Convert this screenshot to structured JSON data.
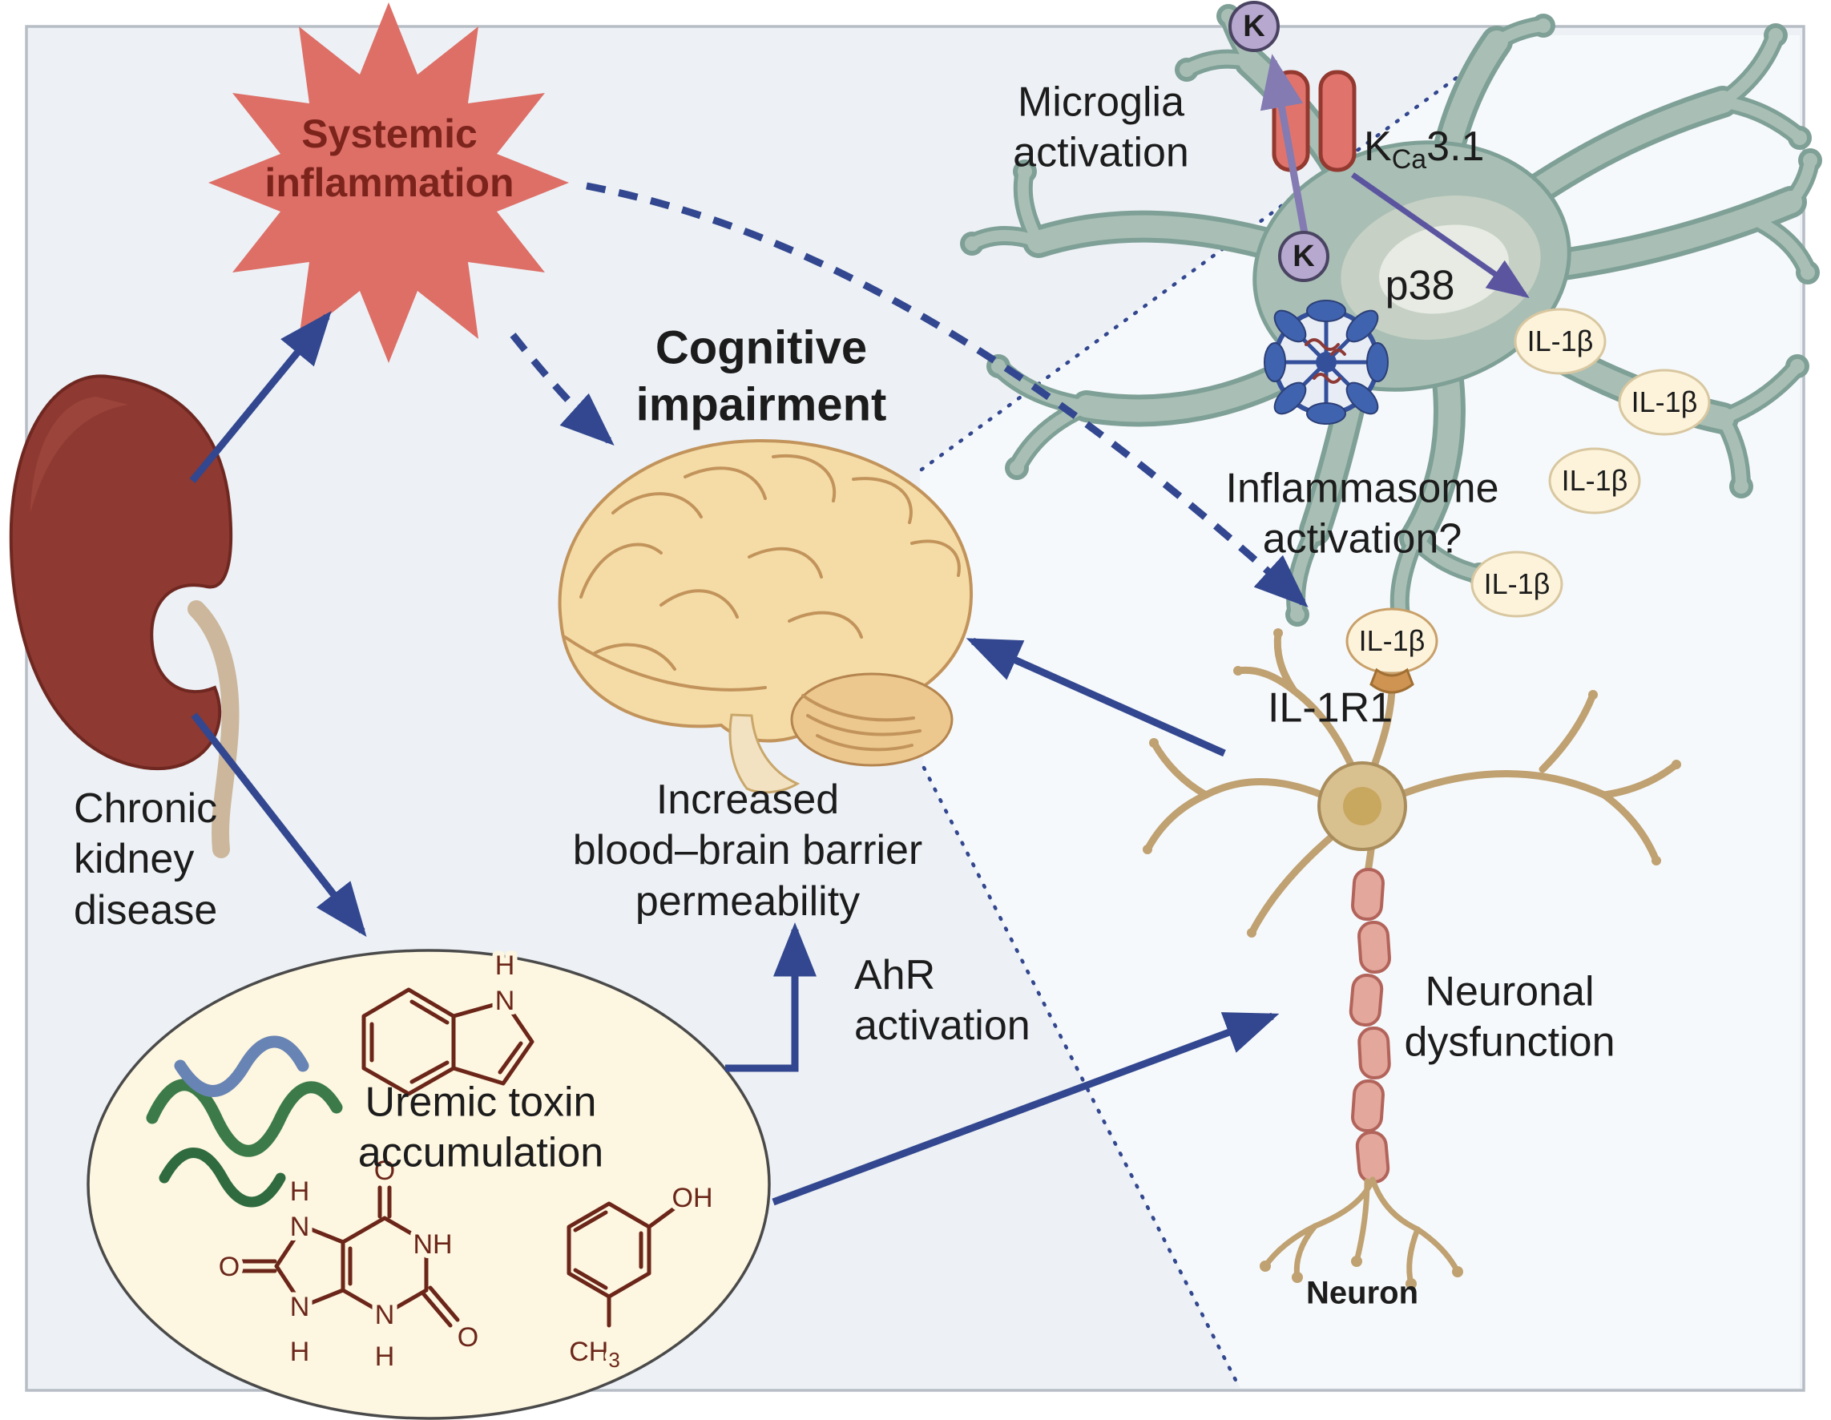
{
  "colors": {
    "c-page": "#ffffff",
    "c-panel": "#edf1f5",
    "c-panel-light": "#f6f9fb",
    "c-panel-border": "#b7bdc5",
    "c-arrow": "#32478f",
    "c-arrow-purple": "#837bb2",
    "c-arrow-indigo": "#5b55a0",
    "c-starburst": "#dd6f67",
    "c-starburst-text": "#7c241c",
    "c-kidney": "#8e3931",
    "c-brain": "#f5dca6",
    "c-brain-line": "#c2945c",
    "c-microglia": "#a9bfb5",
    "c-microglia-edge": "#7fa096",
    "c-channel": "#e0746c",
    "c-channel-edge": "#93392f",
    "c-potassium": "#b7a8d0",
    "c-inflammasome": "#3f63ae",
    "c-il1b-fill": "#fcf3da",
    "c-il1b-edge": "#d8c7a0",
    "c-neuron": "#d9c08f",
    "c-neuron-line": "#bfa172",
    "c-myelin": "#e3a79c",
    "c-myelin-edge": "#b2645b",
    "c-ellipse": "#fdf6e0",
    "c-ellipse-edge": "#4a4a4a",
    "c-chem": "#6b2619",
    "c-text": "#1c1c1c",
    "c-ribbon-green": "#3c7b49",
    "c-ribbon-blue": "#6884b5"
  },
  "labels": {
    "systemic_inflammation": "Systemic\ninflammation",
    "chronic_kidney_disease": "Chronic\nkidney\ndisease",
    "cognitive_impairment": "Cognitive\nimpairment",
    "increased_bbb_permeability": "Increased\nblood–brain barrier\npermeability",
    "uremic_toxin_accumulation": "Uremic toxin\naccumulation",
    "ahr_activation": "AhR\nactivation",
    "microglia_activation": "Microglia\nactivation",
    "p38": "p38",
    "inflammasome_activation": "Inflammasome\nactivation?",
    "il1b": "IL-1β",
    "il1r1": "IL-1R1",
    "neuronal_dysfunction": "Neuronal\ndysfunction",
    "neuron": "Neuron",
    "potassium": "K"
  },
  "channel_label": {
    "base": "K",
    "subscript": "Ca",
    "suffix": "3.1"
  },
  "chemistry": {
    "indole": {
      "h": "H",
      "n": "N"
    },
    "uric_acid": {
      "o_top": "O",
      "nh_right": "NH",
      "o_bottom": "O",
      "n_bottom": "N",
      "h_bottom": "H",
      "n_left_bottom": "N",
      "h_left_bottom": "H",
      "n_left_top": "N",
      "h_left_top": "H",
      "o_left": "O"
    },
    "p_cresol": {
      "oh": "OH",
      "ch": "CH",
      "three": "3"
    }
  }
}
